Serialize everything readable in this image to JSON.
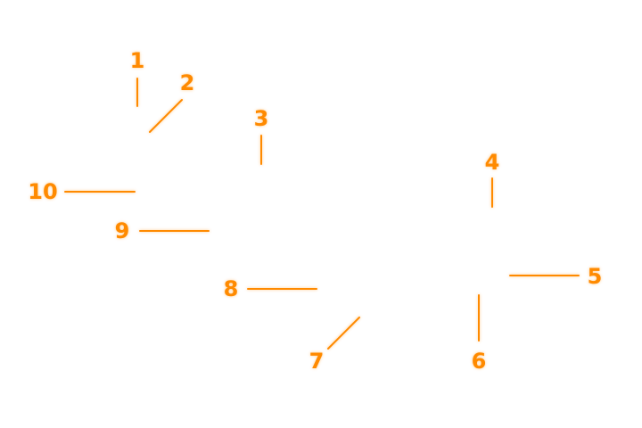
{
  "accent_color": "#ff8a00",
  "callouts": [
    {
      "number": "1"
    },
    {
      "number": "2"
    },
    {
      "number": "3"
    },
    {
      "number": "4"
    },
    {
      "number": "5"
    },
    {
      "number": "6"
    },
    {
      "number": "7"
    },
    {
      "number": "8"
    },
    {
      "number": "9"
    },
    {
      "number": "10"
    }
  ]
}
